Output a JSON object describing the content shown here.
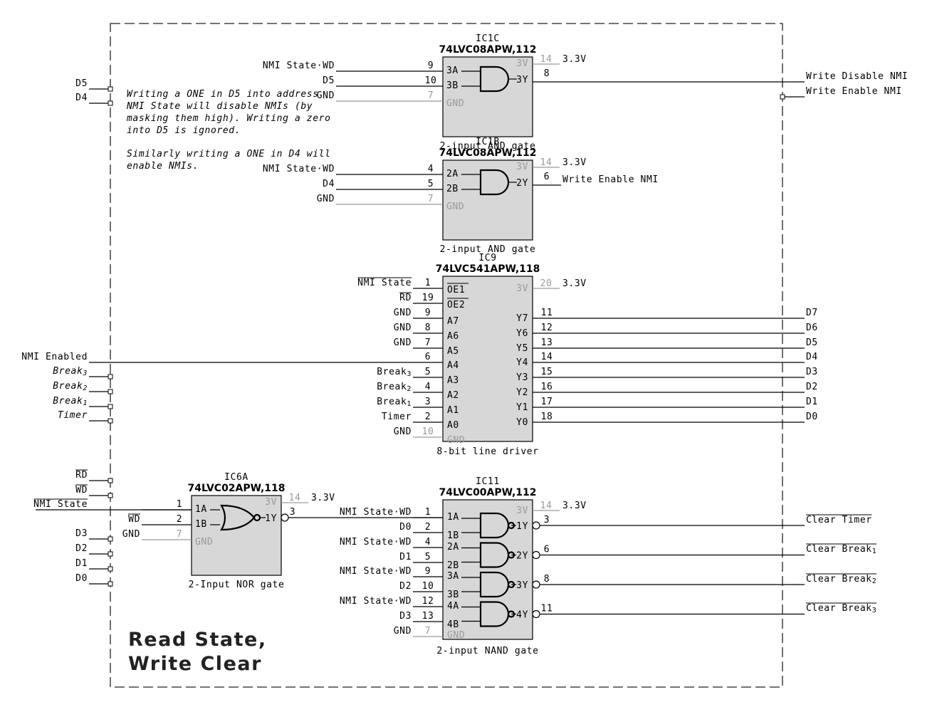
{
  "title": [
    "Read State,",
    "Write Clear"
  ],
  "note": {
    "lines": [
      "Writing a ONE in D5 into address",
      "NMI State will disable NMIs (by",
      "masking them high).  Writing a zero",
      "into D5 is ignored.",
      "",
      "Similarly writing a ONE in D4 will",
      "enable NMIs."
    ]
  },
  "ports_left": [
    {
      "label": "D5"
    },
    {
      "label": "D4"
    },
    {
      "label": "NMI Enabled"
    },
    {
      "label": "Break",
      "sub": "3"
    },
    {
      "label": "Break",
      "sub": "2"
    },
    {
      "label": "Break",
      "sub": "1"
    },
    {
      "label": "Timer"
    },
    {
      "label": "RD",
      "overline": true
    },
    {
      "label": "WD",
      "overline": true
    },
    {
      "label": "NMI State",
      "overline": true
    },
    {
      "label": "D3"
    },
    {
      "label": "D2"
    },
    {
      "label": "D1"
    },
    {
      "label": "D0"
    }
  ],
  "ports_right": [
    {
      "label": "Write Disable NMI"
    },
    {
      "label": "Write Enable NMI"
    },
    {
      "label": "D7"
    },
    {
      "label": "D6"
    },
    {
      "label": "D5"
    },
    {
      "label": "D4"
    },
    {
      "label": "D3"
    },
    {
      "label": "D2"
    },
    {
      "label": "D1"
    },
    {
      "label": "D0"
    },
    {
      "label": "Clear Timer",
      "overline": true
    },
    {
      "label": "Clear Break",
      "sub": "1",
      "overline": true
    },
    {
      "label": "Clear Break",
      "sub": "2",
      "overline": true
    },
    {
      "label": "Clear Break",
      "sub": "3",
      "overline": true
    }
  ],
  "power_label": "3.3V",
  "chips": {
    "ic1c": {
      "ref": "IC1C",
      "part": "74LVC08APW,112",
      "desc": "2-input AND gate",
      "inputs": [
        {
          "net": "NMI State·WD",
          "pin": "9",
          "name": "3A"
        },
        {
          "net": "D5",
          "pin": "10",
          "name": "3B"
        },
        {
          "net": "GND",
          "pin": "7",
          "name": "GND",
          "grey": true
        }
      ],
      "vcc": {
        "name": "3V",
        "pin": "14"
      },
      "output": {
        "name": "3Y",
        "pin": "8"
      }
    },
    "ic1b": {
      "ref": "IC1B",
      "part": "74LVC08APW,112",
      "desc": "2-input AND gate",
      "inputs": [
        {
          "net": "NMI State·WD",
          "pin": "4",
          "name": "2A"
        },
        {
          "net": "D4",
          "pin": "5",
          "name": "2B"
        },
        {
          "net": "GND",
          "pin": "7",
          "name": "GND",
          "grey": true
        }
      ],
      "vcc": {
        "name": "3V",
        "pin": "14"
      },
      "output": {
        "name": "2Y",
        "pin": "6",
        "net": "Write Enable NMI"
      }
    },
    "ic9": {
      "ref": "IC9",
      "part": "74LVC541APW,118",
      "desc": "8-bit line driver",
      "inputs": [
        {
          "net": "NMI State",
          "overline": true,
          "pin": "1",
          "name": "OE1",
          "name_overline": true
        },
        {
          "net": "RD",
          "overline": true,
          "pin": "19",
          "name": "OE2",
          "name_overline": true
        },
        {
          "net": "GND",
          "pin": "9",
          "name": "A7"
        },
        {
          "net": "GND",
          "pin": "8",
          "name": "A6"
        },
        {
          "net": "GND",
          "pin": "7",
          "name": "A5"
        },
        {
          "net": "",
          "pin": "6",
          "name": "A4"
        },
        {
          "net": "Break",
          "sub": "3",
          "pin": "5",
          "name": "A3"
        },
        {
          "net": "Break",
          "sub": "2",
          "pin": "4",
          "name": "A2"
        },
        {
          "net": "Break",
          "sub": "1",
          "pin": "3",
          "name": "A1"
        },
        {
          "net": "Timer",
          "pin": "2",
          "name": "A0"
        },
        {
          "net": "GND",
          "pin": "10",
          "name": "GND",
          "grey": true
        }
      ],
      "vcc": {
        "name": "3V",
        "pin": "20"
      },
      "outputs": [
        {
          "name": "Y7",
          "pin": "11"
        },
        {
          "name": "Y6",
          "pin": "12"
        },
        {
          "name": "Y5",
          "pin": "13"
        },
        {
          "name": "Y4",
          "pin": "14"
        },
        {
          "name": "Y3",
          "pin": "15"
        },
        {
          "name": "Y2",
          "pin": "16"
        },
        {
          "name": "Y1",
          "pin": "17"
        },
        {
          "name": "Y0",
          "pin": "18"
        }
      ]
    },
    "ic6a": {
      "ref": "IC6A",
      "part": "74LVC02APW,118",
      "desc": "2-Input NOR gate",
      "inputs": [
        {
          "net": "",
          "pin": "1",
          "name": "1A"
        },
        {
          "net": "WD",
          "overline": true,
          "pin": "2",
          "name": "1B"
        },
        {
          "net": "GND",
          "pin": "7",
          "name": "GND",
          "grey": true
        }
      ],
      "vcc": {
        "name": "3V",
        "pin": "14"
      },
      "output": {
        "name": "1Y",
        "pin": "3"
      }
    },
    "ic11": {
      "ref": "IC11",
      "part": "74LVC00APW,112",
      "desc": "2-input NAND gate",
      "inputs": [
        {
          "net": "NMI State·WD",
          "pin": "1",
          "name": "1A"
        },
        {
          "net": "D0",
          "pin": "2",
          "name": "1B"
        },
        {
          "net": "NMI State·WD",
          "pin": "4",
          "name": "2A"
        },
        {
          "net": "D1",
          "pin": "5",
          "name": "2B"
        },
        {
          "net": "NMI State·WD",
          "pin": "9",
          "name": "3A"
        },
        {
          "net": "D2",
          "pin": "10",
          "name": "3B"
        },
        {
          "net": "NMI State·WD",
          "pin": "12",
          "name": "4A"
        },
        {
          "net": "D3",
          "pin": "13",
          "name": "4B"
        },
        {
          "net": "GND",
          "pin": "7",
          "name": "GND",
          "grey": true
        }
      ],
      "vcc": {
        "name": "3V",
        "pin": "14"
      },
      "outputs": [
        {
          "name": "1Y",
          "pin": "3"
        },
        {
          "name": "2Y",
          "pin": "6"
        },
        {
          "name": "3Y",
          "pin": "8"
        },
        {
          "name": "4Y",
          "pin": "11"
        }
      ]
    }
  },
  "colors": {
    "wire": "#000000",
    "power_pin": "#9a9a9a",
    "chip_fill": "#d7d7d7",
    "frame": "#222222"
  }
}
